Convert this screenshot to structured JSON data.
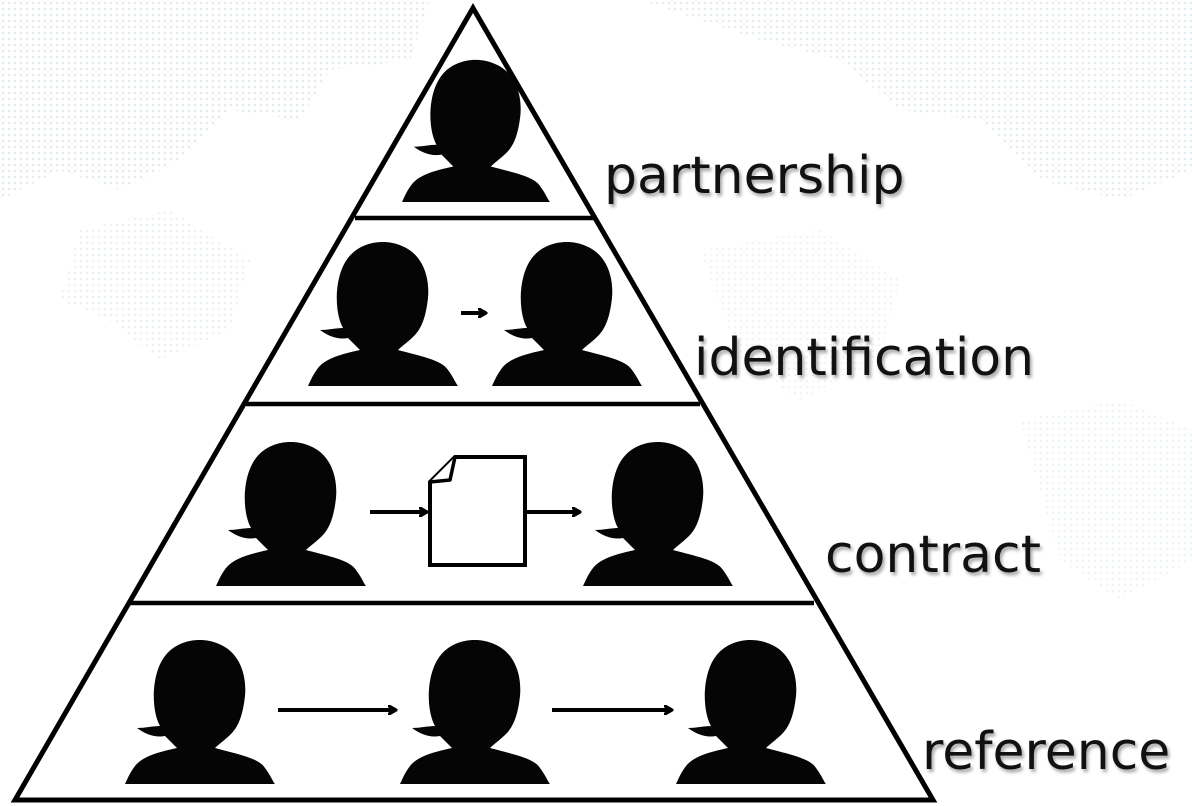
{
  "levels": [
    {
      "label": "partnership",
      "people": 1,
      "arrows": "none"
    },
    {
      "label": "identification",
      "people": 2,
      "arrows": "short"
    },
    {
      "label": "contract",
      "people": 2,
      "arrows": "via-document"
    },
    {
      "label": "reference",
      "people": 3,
      "arrows": "chain"
    }
  ],
  "icons": {
    "person": "person-silhouette-icon",
    "arrow": "arrow-right-icon",
    "document": "document-icon"
  },
  "colors": {
    "background": "#ffffff",
    "map_tint": "#e7eef0",
    "stroke": "#000000",
    "silhouette": "#050505"
  }
}
